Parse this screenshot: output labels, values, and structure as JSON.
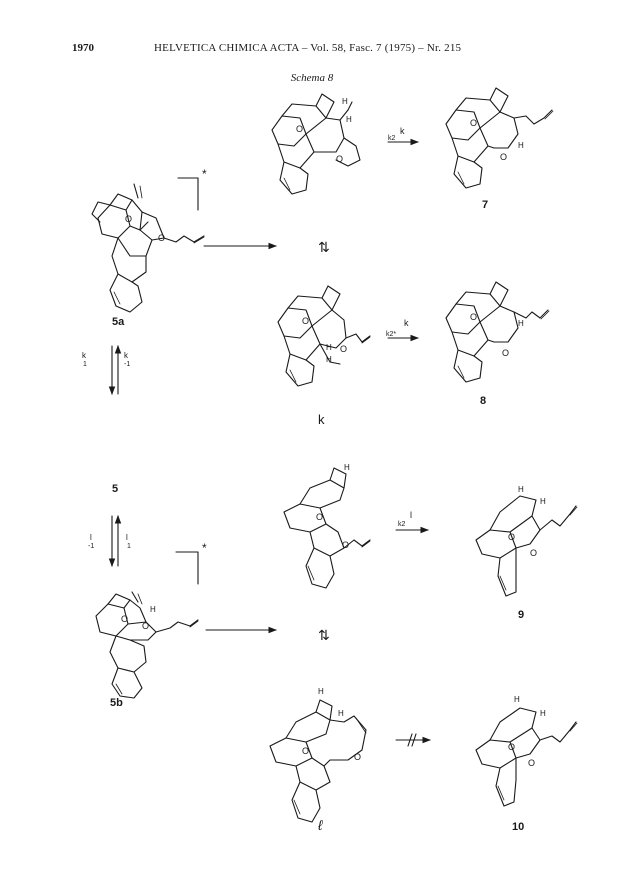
{
  "header": {
    "page_number": "1970",
    "running_head": "HELVETICA CHIMICA ACTA – Vol. 58, Fasc. 7 (1975) – Nr. 215"
  },
  "schema_title": "Schema 8",
  "labels": {
    "c5a": "5a",
    "c5": "5",
    "c5b": "5b",
    "c7": "7",
    "c8": "8",
    "c9": "9",
    "c10": "10",
    "k": "k",
    "l": "ℓ",
    "star": "*",
    "equil": "⇅",
    "blocked": "-//→"
  },
  "rate_labels": {
    "k2_top": "k",
    "k2_top_sub": "k2",
    "k2_mid": "k",
    "k2_mid_sub": "k2*",
    "k2_l": "l",
    "k2_l_sub": "k2",
    "k1k_left": "k",
    "k1k_left_sub": "1",
    "k1k_right": "k",
    "k1k_right_sub": "-1",
    "k1l_left": "l",
    "k1l_left_sub": "-1",
    "k1l_right": "l",
    "k1l_right_sub": "1"
  },
  "atoms": {
    "O": "O",
    "H": "H"
  }
}
